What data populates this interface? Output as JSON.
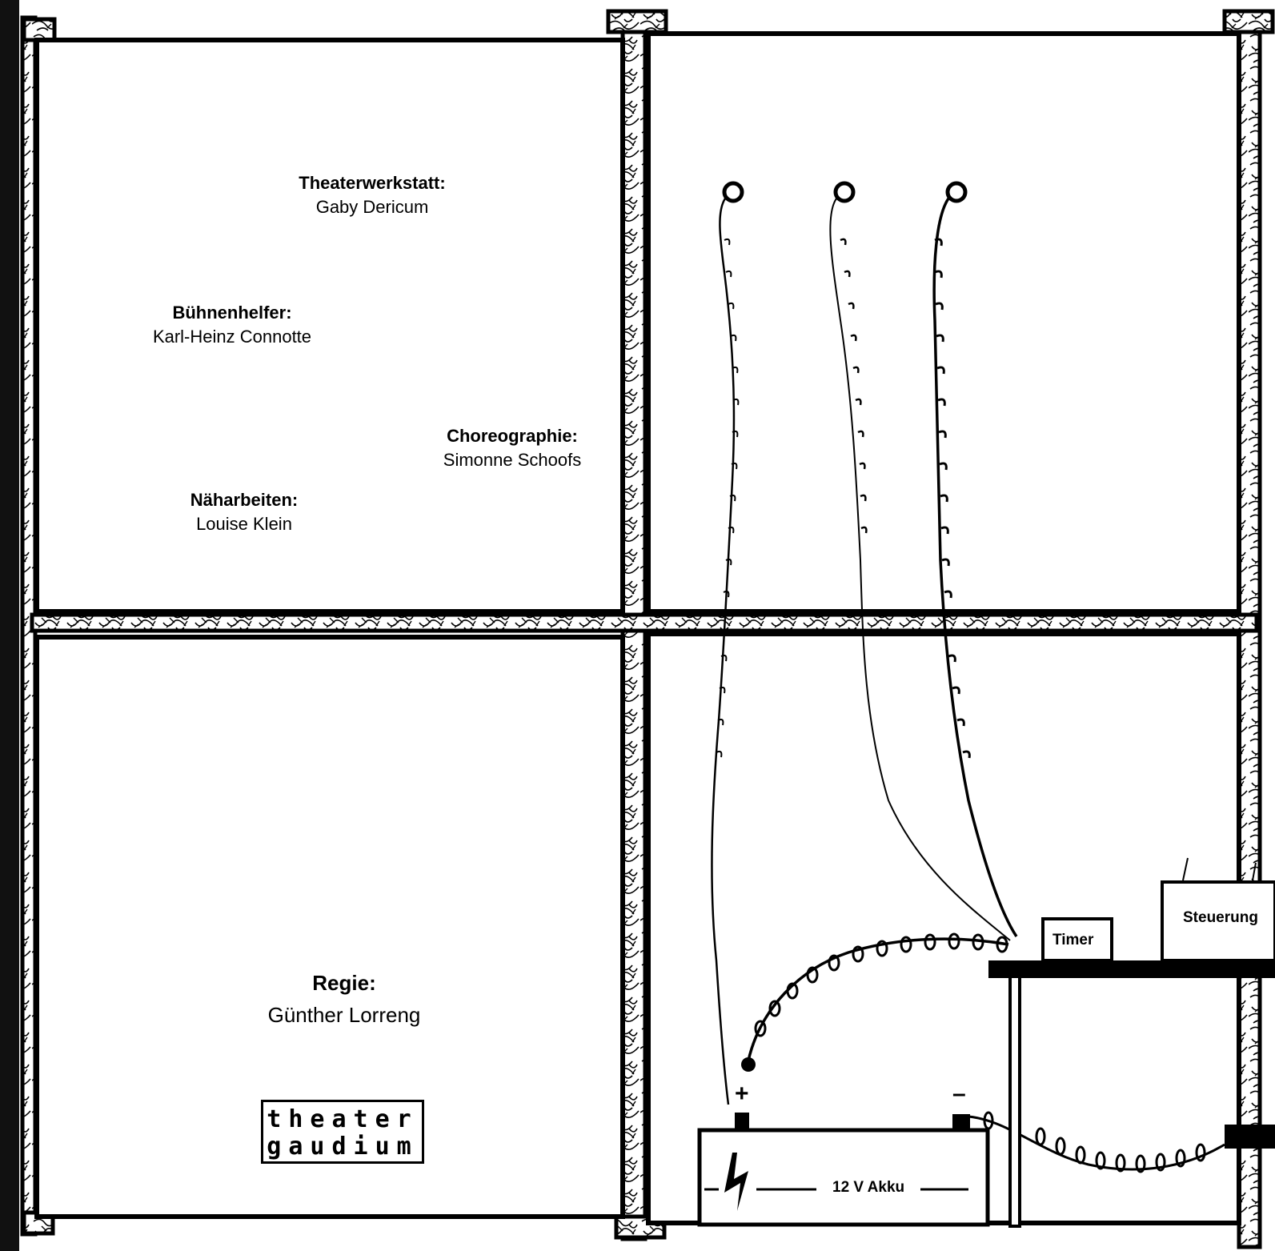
{
  "credits": {
    "theaterwerkstatt": {
      "role": "Theaterwerkstatt:",
      "name": "Gaby Dericum"
    },
    "buehnenhelfer": {
      "role": "Bühnenhelfer:",
      "name": "Karl-Heinz Connotte"
    },
    "choreographie": {
      "role": "Choreographie:",
      "name": "Simonne Schoofs"
    },
    "naeharbeiten": {
      "role": "Näharbeiten:",
      "name": "Louise Klein"
    },
    "regie": {
      "role": "Regie:",
      "name": "Günther Lorreng"
    }
  },
  "logo": {
    "line1": "theater",
    "line2": "gaudium"
  },
  "diagram": {
    "timer": "Timer",
    "steuerung": "Steuerung",
    "battery": "12 V Akku",
    "plus": "+",
    "minus": "–"
  }
}
